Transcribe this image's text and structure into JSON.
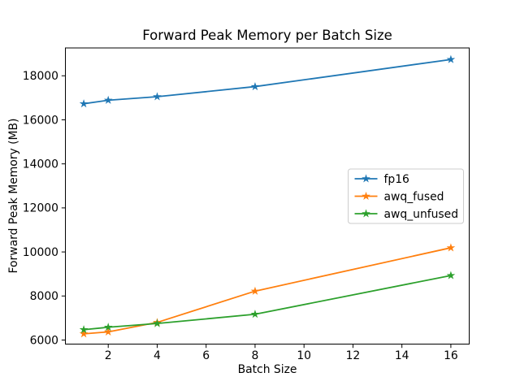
{
  "figure": {
    "background": "#ffffff",
    "spine_color": "#000000"
  },
  "chart_data": {
    "type": "line",
    "title": "Forward Peak Memory per Batch Size",
    "xlabel": "Batch Size",
    "ylabel": "Forward Peak Memory (MB)",
    "x": [
      1,
      2,
      4,
      8,
      16
    ],
    "series": [
      {
        "name": "fp16",
        "color": "#1f77b4",
        "values": [
          16730,
          16890,
          17050,
          17510,
          18740
        ]
      },
      {
        "name": "awq_fused",
        "color": "#ff7f0e",
        "values": [
          6280,
          6370,
          6800,
          8220,
          10190
        ]
      },
      {
        "name": "awq_unfused",
        "color": "#2ca02c",
        "values": [
          6470,
          6580,
          6750,
          7170,
          8930
        ]
      }
    ],
    "marker": "star",
    "xlim": [
      0.25,
      16.75
    ],
    "ylim": [
      5815,
      19265
    ],
    "xticks": [
      2,
      4,
      6,
      8,
      10,
      12,
      14,
      16
    ],
    "yticks": [
      6000,
      8000,
      10000,
      12000,
      14000,
      16000,
      18000
    ],
    "grid": false,
    "legend": {
      "position": "center-right",
      "border_color": "#cccccc",
      "background": "#ffffff",
      "entries": [
        "fp16",
        "awq_fused",
        "awq_unfused"
      ]
    }
  }
}
